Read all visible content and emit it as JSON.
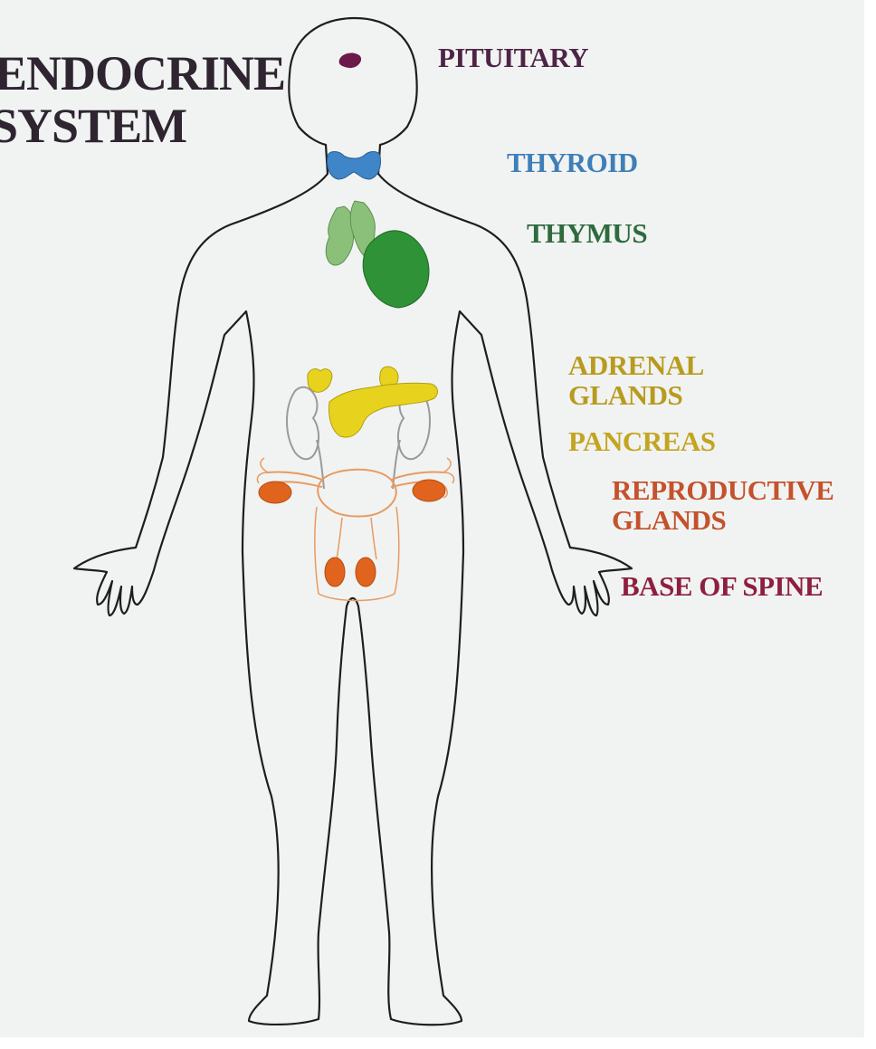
{
  "title": {
    "line1": "ENDOCRINE",
    "line2": "SYSTEM"
  },
  "labels": {
    "pituitary": "PITUITARY",
    "thyroid": "THYROID",
    "thymus": "THYMUS",
    "adrenal_line1": "ADRENAL",
    "adrenal_line2": "GLANDS",
    "pancreas": "PANCREAS",
    "reproductive_line1": "REPRODUCTIVE",
    "reproductive_line2": "GLANDS",
    "base_of_spine": "BASE OF SPINE"
  },
  "colors": {
    "paper": "#f1f3f2",
    "outline": "#1e1e1e",
    "title": "#2e2531",
    "pituitary": "#6b1a4a",
    "pituitary_label": "#4e2446",
    "thyroid": "#3f86c8",
    "thyroid_label": "#3f7fb8",
    "thymus_light": "#8bc07a",
    "thymus_dark": "#2f9236",
    "thymus_label": "#2f6a3e",
    "adrenal": "#e7d21e",
    "adrenal_label": "#b89b1e",
    "pancreas": "#e7d21e",
    "pancreas_label": "#c3a51f",
    "reproductive": "#e0641d",
    "reproductive_line": "#e89a62",
    "reproductive_label": "#c4522c",
    "base_label": "#8e1f3e",
    "kidney": "#9a9a9a"
  }
}
